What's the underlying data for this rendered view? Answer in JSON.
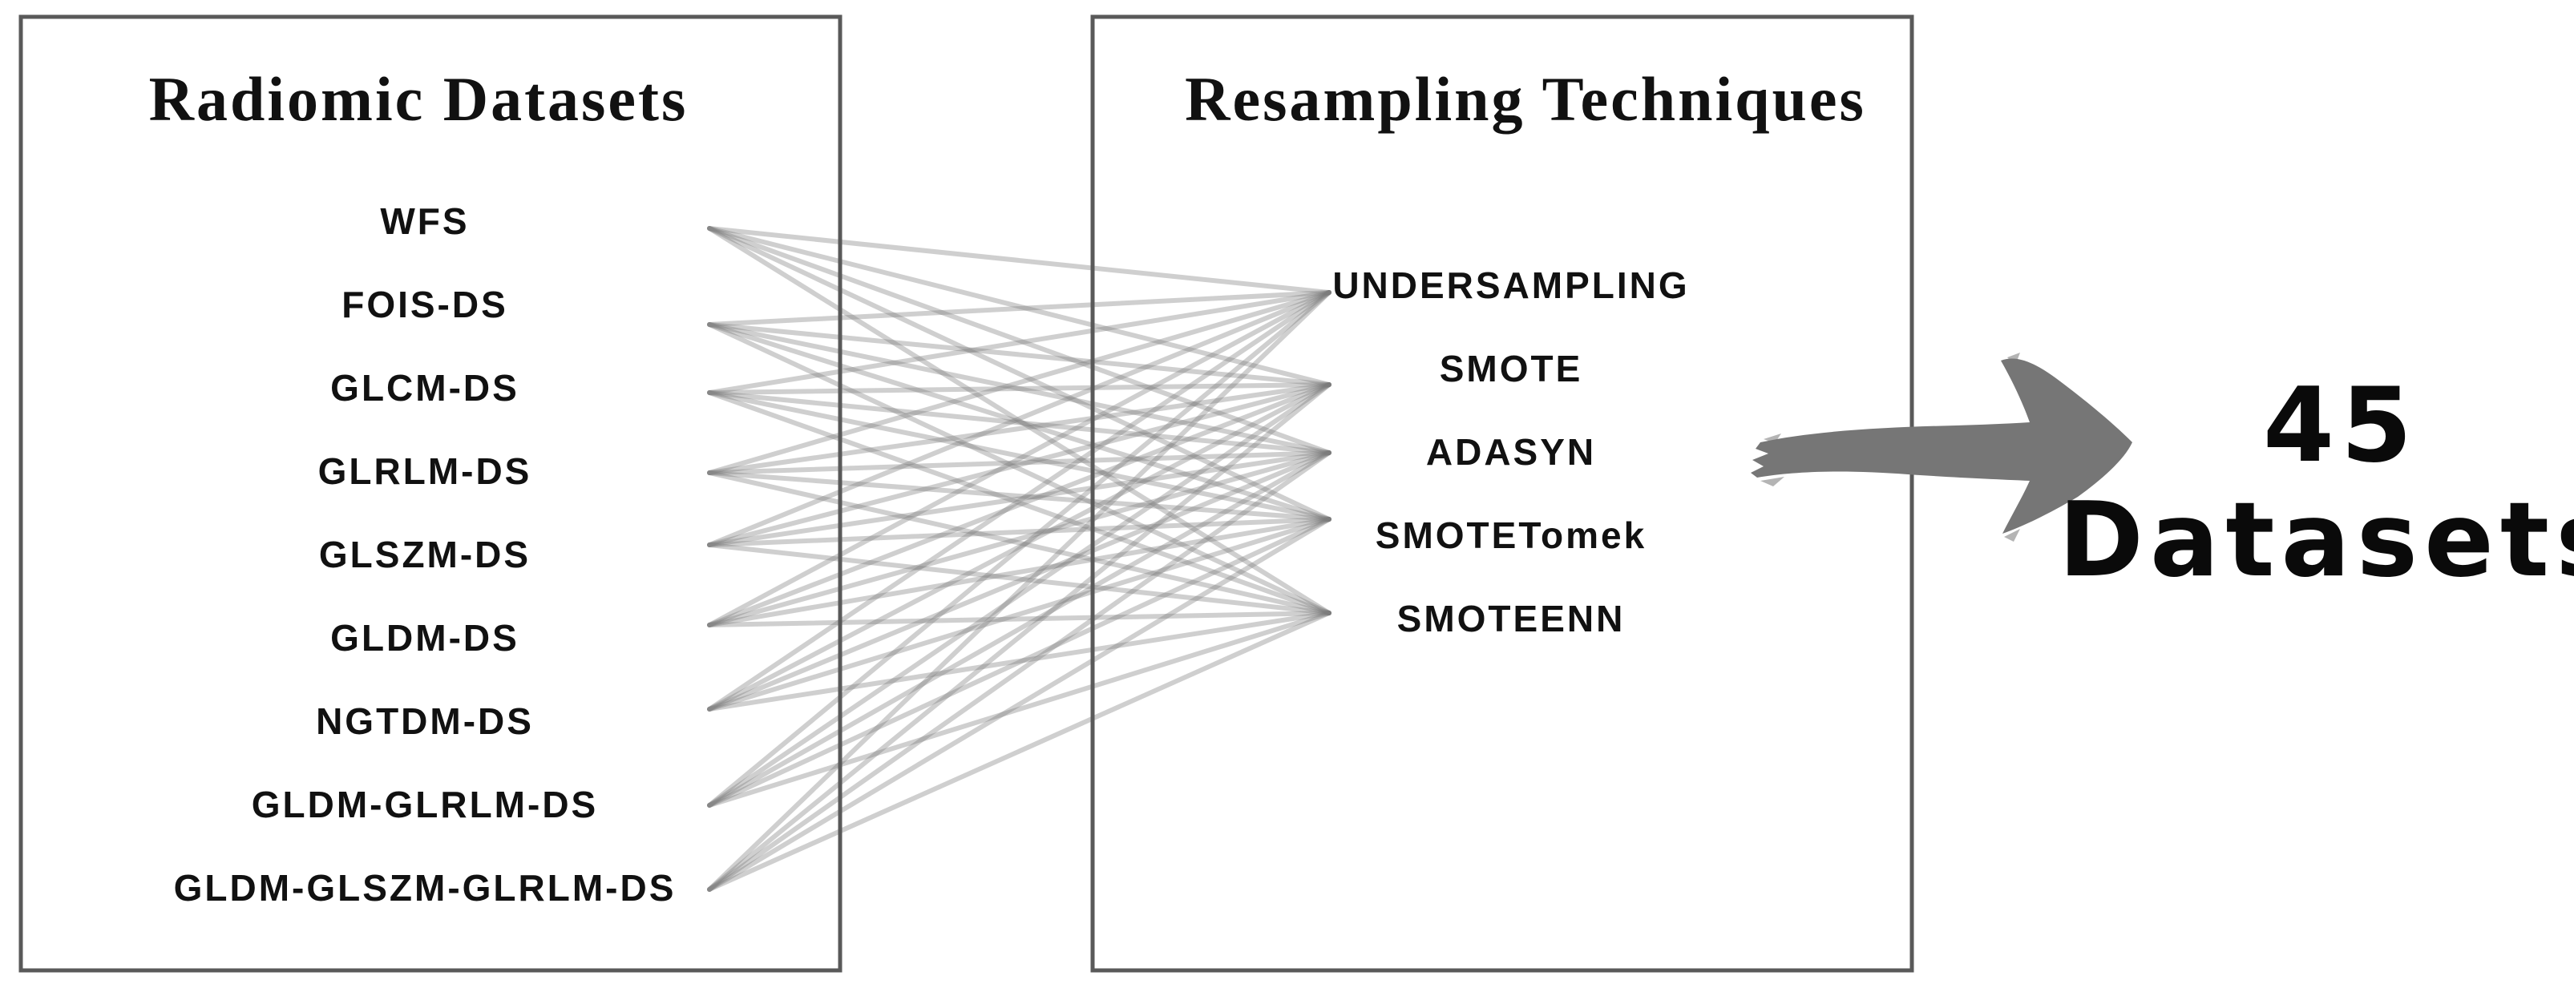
{
  "left_box": {
    "title": "Radiomic Datasets",
    "items": [
      "WFS",
      "FOIS-DS",
      "GLCM-DS",
      "GLRLM-DS",
      "GLSZM-DS",
      "GLDM-DS",
      "NGTDM-DS",
      "GLDM-GLRLM-DS",
      "GLDM-GLSZM-GLRLM-DS"
    ]
  },
  "right_box": {
    "title": "Resampling Techniques",
    "items": [
      "UNDERSAMPLING",
      "SMOTE",
      "ADASYN",
      "SMOTETomek",
      "SMOTEENN"
    ]
  },
  "result": {
    "count": "45",
    "label": "Datasets"
  },
  "colors": {
    "box_border": "#595959",
    "connector": "#7a7a7a",
    "arrow": "#767676",
    "text": "#111111"
  },
  "icons": {
    "arrow": "brush-arrow-right-icon"
  }
}
